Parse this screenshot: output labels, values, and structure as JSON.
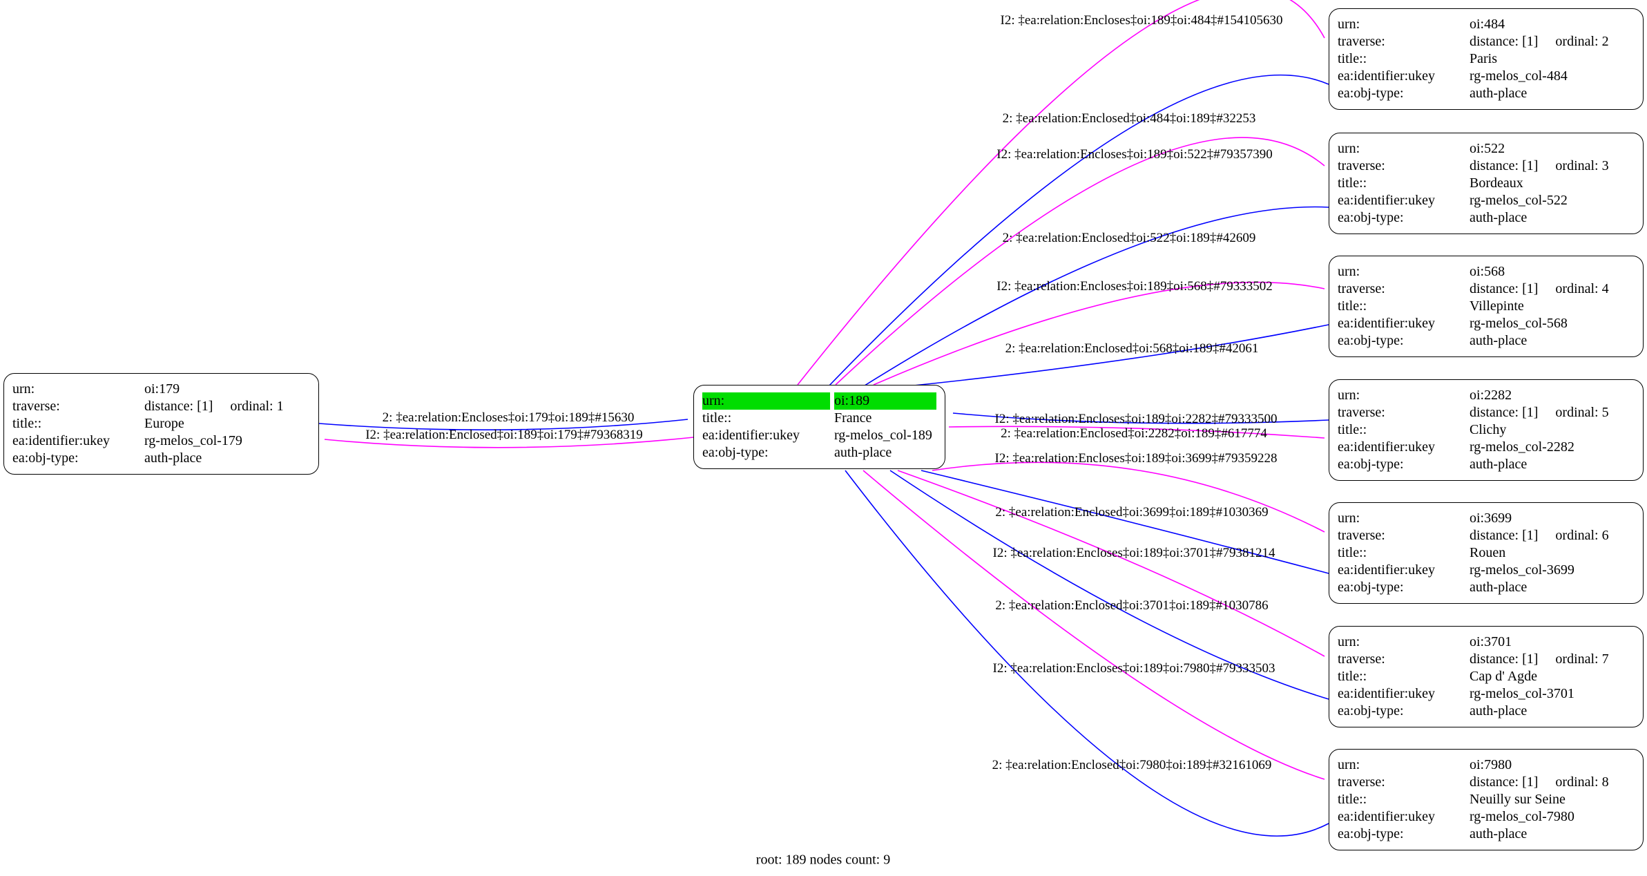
{
  "caption": "root: 189 nodes count: 9",
  "colors": {
    "encloses_edge": "#ff00ff",
    "enclosed_edge": "#0000ff",
    "root_highlight": "#00dd00",
    "node_border": "#000000"
  },
  "nodes": [
    {
      "id": "oi:179",
      "rows": [
        [
          "urn:",
          "oi:179"
        ],
        [
          "traverse:",
          "distance: [1]     ordinal: 1"
        ],
        [
          "title::",
          "Europe"
        ],
        [
          "ea:identifier:ukey",
          "rg-melos_col-179"
        ],
        [
          "ea:obj-type:",
          "auth-place"
        ]
      ]
    },
    {
      "id": "oi:189",
      "rows": [
        [
          "urn:",
          "oi:189",
          "hl"
        ],
        [
          "title::",
          "France"
        ],
        [
          "ea:identifier:ukey",
          "rg-melos_col-189"
        ],
        [
          "ea:obj-type:",
          "auth-place"
        ]
      ]
    },
    {
      "id": "oi:484",
      "rows": [
        [
          "urn:",
          "oi:484"
        ],
        [
          "traverse:",
          "distance: [1]     ordinal: 2"
        ],
        [
          "title::",
          "Paris"
        ],
        [
          "ea:identifier:ukey",
          "rg-melos_col-484"
        ],
        [
          "ea:obj-type:",
          "auth-place"
        ]
      ]
    },
    {
      "id": "oi:522",
      "rows": [
        [
          "urn:",
          "oi:522"
        ],
        [
          "traverse:",
          "distance: [1]     ordinal: 3"
        ],
        [
          "title::",
          "Bordeaux"
        ],
        [
          "ea:identifier:ukey",
          "rg-melos_col-522"
        ],
        [
          "ea:obj-type:",
          "auth-place"
        ]
      ]
    },
    {
      "id": "oi:568",
      "rows": [
        [
          "urn:",
          "oi:568"
        ],
        [
          "traverse:",
          "distance: [1]     ordinal: 4"
        ],
        [
          "title::",
          "Villepinte"
        ],
        [
          "ea:identifier:ukey",
          "rg-melos_col-568"
        ],
        [
          "ea:obj-type:",
          "auth-place"
        ]
      ]
    },
    {
      "id": "oi:2282",
      "rows": [
        [
          "urn:",
          "oi:2282"
        ],
        [
          "traverse:",
          "distance: [1]     ordinal: 5"
        ],
        [
          "title::",
          "Clichy"
        ],
        [
          "ea:identifier:ukey",
          "rg-melos_col-2282"
        ],
        [
          "ea:obj-type:",
          "auth-place"
        ]
      ]
    },
    {
      "id": "oi:3699",
      "rows": [
        [
          "urn:",
          "oi:3699"
        ],
        [
          "traverse:",
          "distance: [1]     ordinal: 6"
        ],
        [
          "title::",
          "Rouen"
        ],
        [
          "ea:identifier:ukey",
          "rg-melos_col-3699"
        ],
        [
          "ea:obj-type:",
          "auth-place"
        ]
      ]
    },
    {
      "id": "oi:3701",
      "rows": [
        [
          "urn:",
          "oi:3701"
        ],
        [
          "traverse:",
          "distance: [1]     ordinal: 7"
        ],
        [
          "title::",
          "Cap d' Agde"
        ],
        [
          "ea:identifier:ukey",
          "rg-melos_col-3701"
        ],
        [
          "ea:obj-type:",
          "auth-place"
        ]
      ]
    },
    {
      "id": "oi:7980",
      "rows": [
        [
          "urn:",
          "oi:7980"
        ],
        [
          "traverse:",
          "distance: [1]     ordinal: 8"
        ],
        [
          "title::",
          "Neuilly sur Seine"
        ],
        [
          "ea:identifier:ukey",
          "rg-melos_col-7980"
        ],
        [
          "ea:obj-type:",
          "auth-place"
        ]
      ]
    }
  ],
  "edges": [
    {
      "label": "2: ‡ea:relation:Encloses‡oi:179‡oi:189‡#15630",
      "color": "blue"
    },
    {
      "label": "I2: ‡ea:relation:Enclosed‡oi:189‡oi:179‡#79368319",
      "color": "magenta"
    },
    {
      "label": "I2: ‡ea:relation:Encloses‡oi:189‡oi:484‡#154105630",
      "color": "magenta"
    },
    {
      "label": "2: ‡ea:relation:Enclosed‡oi:484‡oi:189‡#32253",
      "color": "blue"
    },
    {
      "label": "I2: ‡ea:relation:Encloses‡oi:189‡oi:522‡#79357390",
      "color": "magenta"
    },
    {
      "label": "2: ‡ea:relation:Enclosed‡oi:522‡oi:189‡#42609",
      "color": "blue"
    },
    {
      "label": "I2: ‡ea:relation:Encloses‡oi:189‡oi:568‡#79333502",
      "color": "magenta"
    },
    {
      "label": "2: ‡ea:relation:Enclosed‡oi:568‡oi:189‡#42061",
      "color": "blue"
    },
    {
      "label": "I2: ‡ea:relation:Encloses‡oi:189‡oi:2282‡#79333500",
      "color": "magenta"
    },
    {
      "label": "2: ‡ea:relation:Enclosed‡oi:2282‡oi:189‡#617774",
      "color": "blue"
    },
    {
      "label": "I2: ‡ea:relation:Encloses‡oi:189‡oi:3699‡#79359228",
      "color": "magenta"
    },
    {
      "label": "2: ‡ea:relation:Enclosed‡oi:3699‡oi:189‡#1030369",
      "color": "blue"
    },
    {
      "label": "I2: ‡ea:relation:Encloses‡oi:189‡oi:3701‡#79381214",
      "color": "magenta"
    },
    {
      "label": "2: ‡ea:relation:Enclosed‡oi:3701‡oi:189‡#1030786",
      "color": "blue"
    },
    {
      "label": "I2: ‡ea:relation:Encloses‡oi:189‡oi:7980‡#79333503",
      "color": "magenta"
    },
    {
      "label": "2: ‡ea:relation:Enclosed‡oi:7980‡oi:189‡#32161069",
      "color": "blue"
    }
  ]
}
